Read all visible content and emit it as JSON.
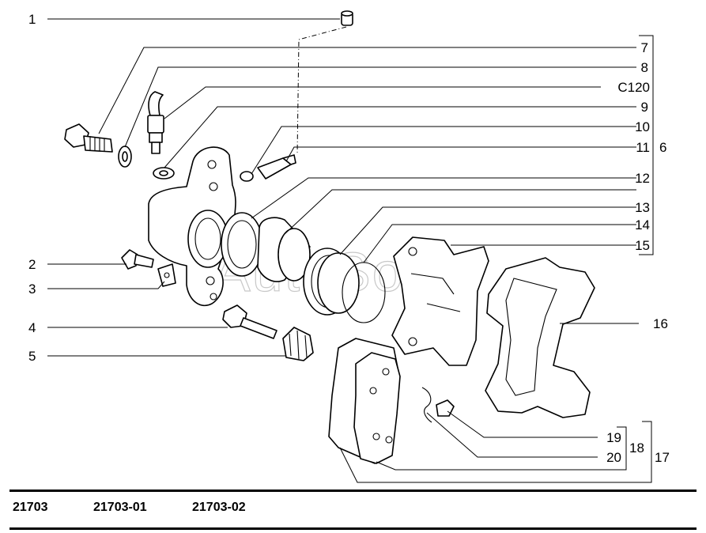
{
  "watermark": "AutoSoft",
  "callouts": {
    "c1": "1",
    "c2": "2",
    "c3": "3",
    "c4": "4",
    "c5": "5",
    "c6": "6",
    "c7": "7",
    "c8": "8",
    "c120": "C120",
    "c9": "9",
    "c10": "10",
    "c11": "11",
    "c12": "12",
    "c13": "13",
    "c14": "14",
    "c15": "15",
    "c16": "16",
    "c17": "17",
    "c18": "18",
    "c19": "19",
    "c20": "20"
  },
  "footer": {
    "codes": [
      "21703",
      "21703-01",
      "21703-02"
    ]
  }
}
